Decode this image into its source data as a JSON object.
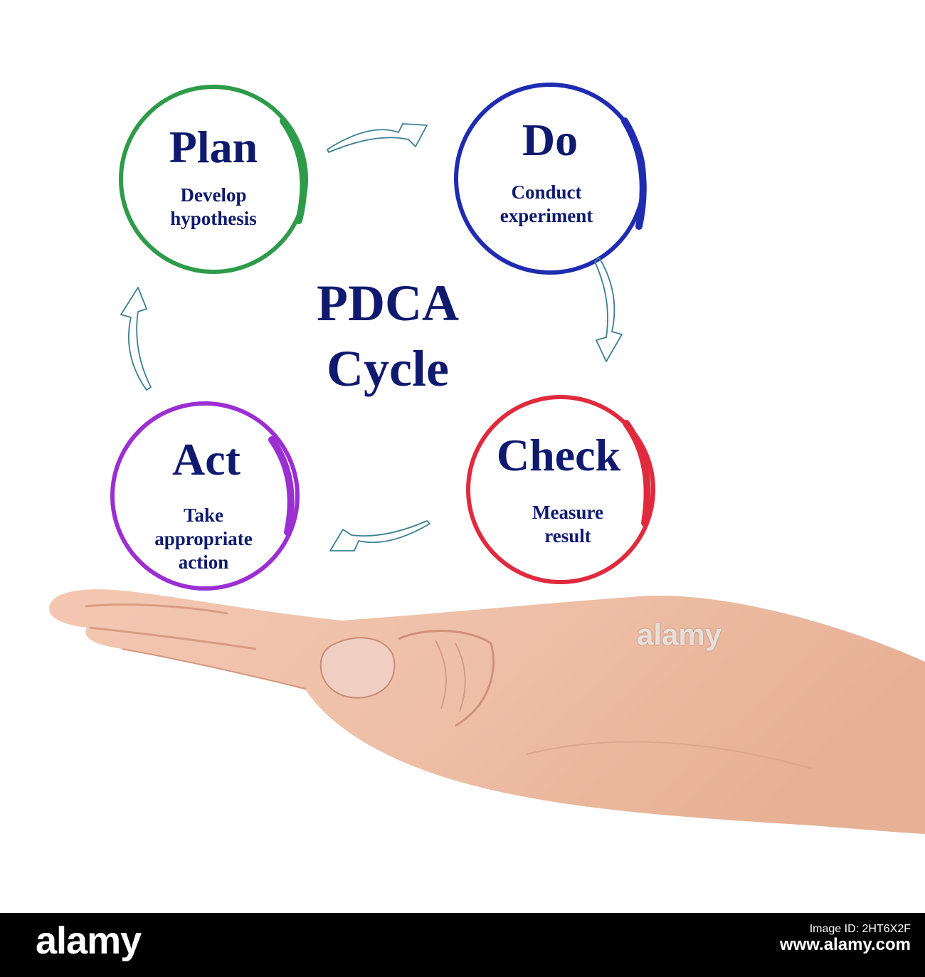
{
  "diagram": {
    "center": {
      "line1": "PDCA",
      "line2": "Cycle"
    },
    "stages": [
      {
        "title": "Plan",
        "desc1": "Develop",
        "desc2": "hypothesis",
        "desc3": "",
        "color": "#2e9b4a"
      },
      {
        "title": "Do",
        "desc1": "Conduct",
        "desc2": "experiment",
        "desc3": "",
        "color": "#1f2bb0"
      },
      {
        "title": "Check",
        "desc1": "Measure",
        "desc2": "result",
        "desc3": "",
        "color": "#e02a3d"
      },
      {
        "title": "Act",
        "desc1": "Take",
        "desc2": "appropriate",
        "desc3": "action",
        "color": "#9b2fd1"
      }
    ],
    "text_color": "#0f1a6e",
    "arrow_color": "#3c7f91"
  },
  "watermark": {
    "text": "alamy"
  },
  "footer": {
    "logo": "alamy",
    "image_id_label": "Image ID: 2HT6X2F",
    "url": "www.alamy.com"
  }
}
